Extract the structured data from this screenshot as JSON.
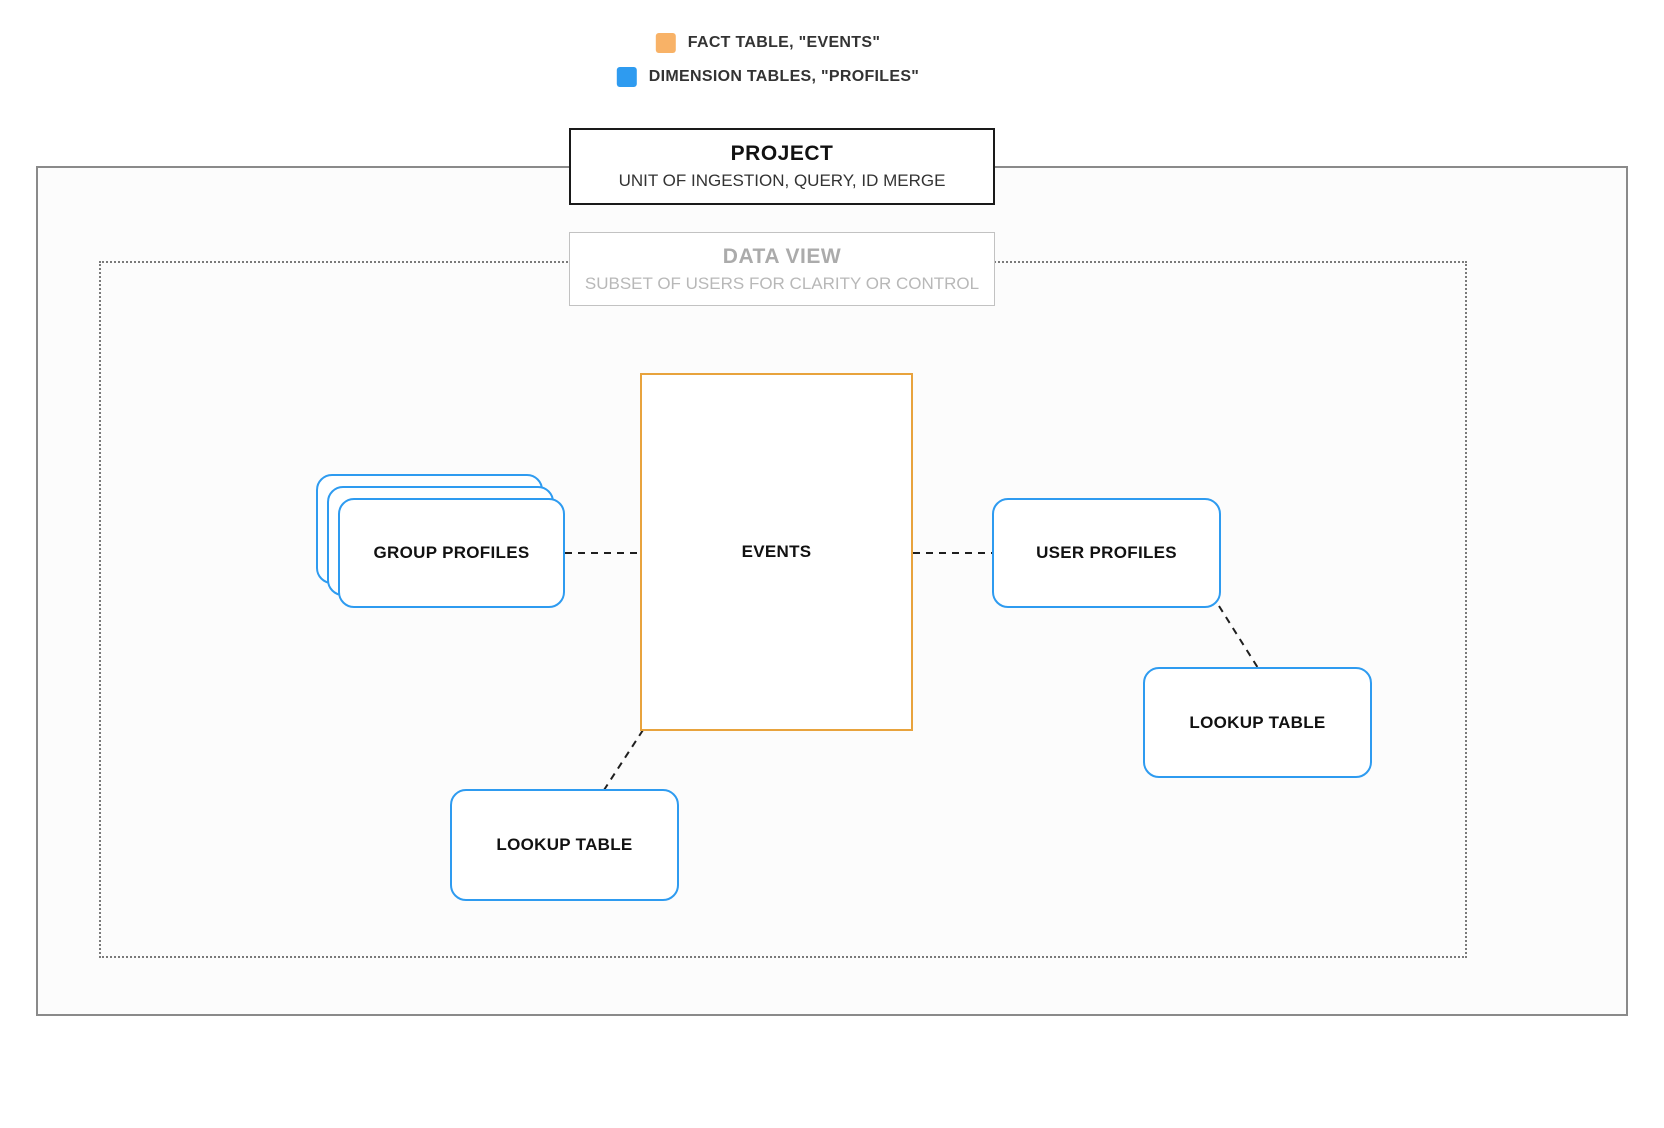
{
  "legend": {
    "items": [
      {
        "name": "fact-table",
        "label": "FACT TABLE, \"EVENTS\"",
        "color": "#F8B267"
      },
      {
        "name": "dimension-tables",
        "label": "DIMENSION TABLES, \"PROFILES\"",
        "color": "#2E9BF0"
      }
    ]
  },
  "project": {
    "title": "PROJECT",
    "subtitle": "UNIT OF INGESTION, QUERY, ID MERGE"
  },
  "data_view": {
    "title": "DATA VIEW",
    "subtitle": "SUBSET OF USERS FOR CLARITY OR CONTROL"
  },
  "nodes": {
    "events": {
      "label": "EVENTS",
      "type": "fact",
      "border_color": "#E8A33D"
    },
    "group_profiles": {
      "label": "GROUP PROFILES",
      "type": "dimension",
      "border_color": "#2E9BF0",
      "stacked": true
    },
    "user_profiles": {
      "label": "USER PROFILES",
      "type": "dimension",
      "border_color": "#2E9BF0"
    },
    "lookup_table_right": {
      "label": "LOOKUP TABLE",
      "type": "dimension",
      "border_color": "#2E9BF0"
    },
    "lookup_table_bottom": {
      "label": "LOOKUP TABLE",
      "type": "dimension",
      "border_color": "#2E9BF0"
    }
  },
  "connections": [
    {
      "from": "group_profiles",
      "to": "events",
      "style": "dashed"
    },
    {
      "from": "events",
      "to": "user_profiles",
      "style": "dashed"
    },
    {
      "from": "user_profiles",
      "to": "lookup_table_right",
      "style": "dashed"
    },
    {
      "from": "events",
      "to": "lookup_table_bottom",
      "style": "dashed"
    }
  ],
  "colors": {
    "fact_orange": "#E8A33D",
    "fact_swatch": "#F8B267",
    "dimension_blue": "#2E9BF0",
    "boundary_gray": "#8a8a8a",
    "connector_black": "#1f1f1f"
  }
}
